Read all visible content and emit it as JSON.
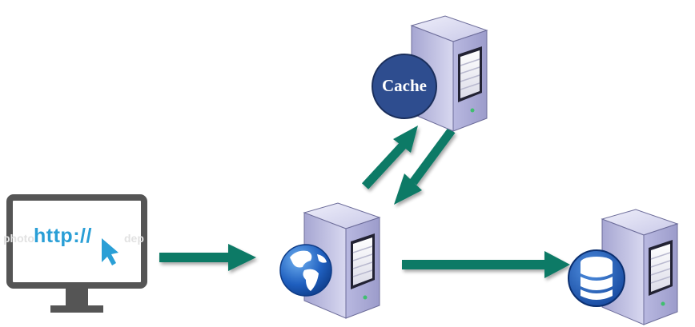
{
  "diagram": {
    "title": "Web request flow with cache",
    "nodes": [
      {
        "id": "client",
        "type": "monitor",
        "label": "http://",
        "watermark_left": "photo",
        "watermark_right": "dep"
      },
      {
        "id": "web_server",
        "type": "server",
        "badge": "globe-icon"
      },
      {
        "id": "cache_server",
        "type": "server",
        "badge": "Cache"
      },
      {
        "id": "db_server",
        "type": "server",
        "badge": "database-icon"
      }
    ],
    "edges": [
      {
        "from": "client",
        "to": "web_server",
        "direction": "right"
      },
      {
        "from": "web_server",
        "to": "cache_server",
        "direction": "up-right"
      },
      {
        "from": "cache_server",
        "to": "web_server",
        "direction": "down-left"
      },
      {
        "from": "web_server",
        "to": "db_server",
        "direction": "right"
      }
    ],
    "colors": {
      "arrow": "#0e7a66",
      "monitor_frame": "#555555",
      "http_text": "#2a9fd6",
      "server_body": "#c3c3e6",
      "cache_badge": "#2e4d8f",
      "globe": "#1f5fbf",
      "database_badge": "#1d56b5"
    }
  }
}
